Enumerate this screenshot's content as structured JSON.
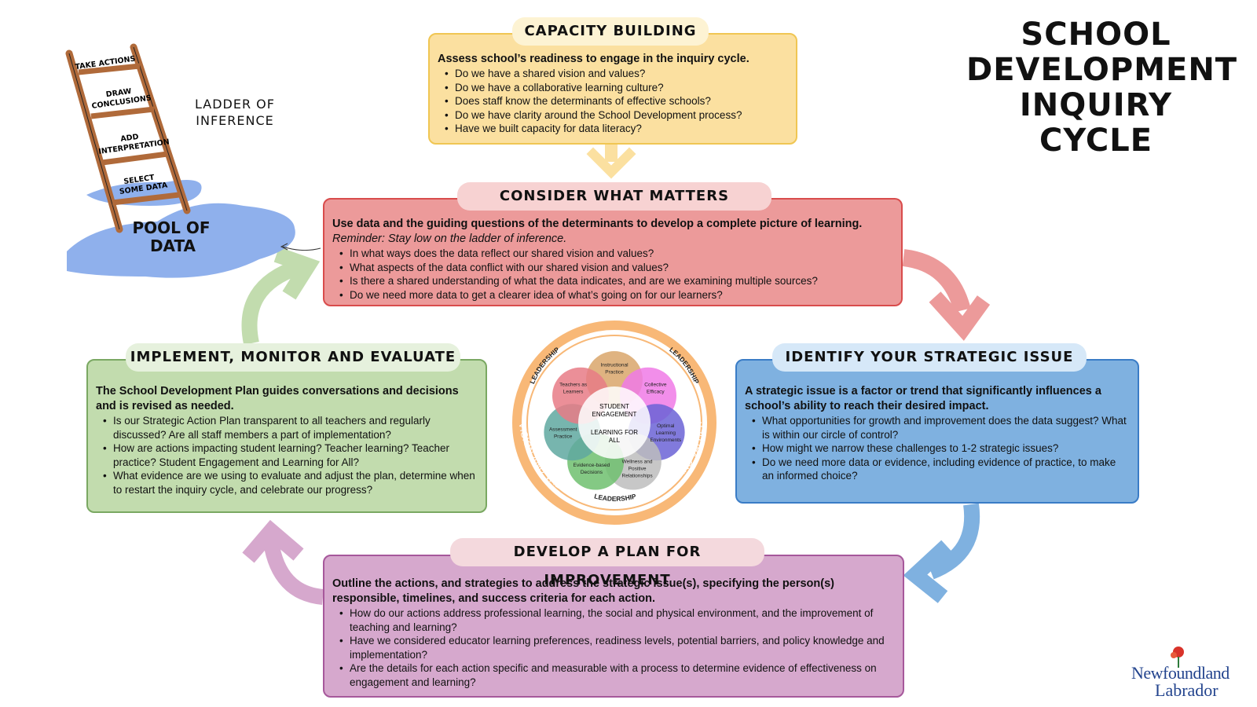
{
  "title": {
    "line1": "SCHOOL",
    "line2": "DEVELOPMENT",
    "line3": "INQUIRY CYCLE"
  },
  "capacity": {
    "title": "CAPACITY BUILDING",
    "lead": "Assess school’s readiness to engage in the inquiry cycle.",
    "items": [
      "Do we have a shared vision and values?",
      "Do we have a collaborative learning culture?",
      "Does staff know the determinants of effective schools?",
      "Do we have clarity around the School Development process?",
      "Have we built capacity for data literacy?"
    ]
  },
  "consider": {
    "title": "CONSIDER WHAT MATTERS",
    "lead": "Use data and the guiding questions of the determinants to develop a complete picture of learning.",
    "reminder": "Reminder: Stay low on the ladder of inference.",
    "items": [
      "In what ways does the data reflect our shared vision and values?",
      "What aspects of the data conflict with our shared vision and values?",
      "Is there a shared understanding of what the data indicates, and are we examining multiple sources?",
      "Do we need more data to get a clearer idea of what’s going on for our learners?"
    ]
  },
  "identify": {
    "title": "IDENTIFY YOUR STRATEGIC ISSUE",
    "lead": "A strategic issue is a factor or trend that significantly influences a school’s ability to reach their desired impact.",
    "items": [
      "What opportunities for growth and improvement does the data suggest? What is within our circle of control?",
      "How might we narrow these challenges to 1-2 strategic issues?",
      "Do we need more data or evidence, including evidence of practice, to make an informed choice?"
    ]
  },
  "implement": {
    "title": "IMPLEMENT, MONITOR AND EVALUATE",
    "lead": "The School Development Plan guides conversations and decisions and is revised as needed.",
    "items": [
      "Is our Strategic Action Plan transparent to all teachers and regularly discussed? Are all staff members a part of implementation?",
      "How are actions impacting student learning? Teacher learning? Teacher practice? Student Engagement and Learning for All?",
      "What evidence are we using to evaluate and adjust the plan, determine when to restart the inquiry cycle, and celebrate our progress?"
    ]
  },
  "develop": {
    "title": "DEVELOP A PLAN FOR IMPROVEMENT",
    "lead": "Outline the actions, and strategies to address the strategic issue(s), specifying the person(s) responsible, timelines, and success criteria for each action.",
    "items": [
      "How do our actions address professional learning, the social and physical environment, and the improvement of teaching and learning?",
      "Have we considered educator learning preferences, readiness levels, potential barriers, and policy knowledge and implementation?",
      "Are the details for each action specific and measurable with a process to determine evidence of effectiveness on engagement and learning?"
    ]
  },
  "ladder": {
    "title_line1": "LADDER OF",
    "title_line2": "INFERENCE",
    "rungs": [
      "TAKE ACTIONS",
      "DRAW",
      "CONCLUSIONS",
      "ADD",
      "INTERPRETATION",
      "SELECT",
      "SOME DATA"
    ],
    "pool_line1": "POOL OF",
    "pool_line2": "DATA"
  },
  "wheel": {
    "ring_top": "VISION AND VALUES",
    "ring_left": "VISION AND VALUES",
    "ring_right": "VISION AND VALUES",
    "leadership_tl": "LEADERSHIP",
    "leadership_tr": "LEADERSHIP",
    "leadership_bottom": "LEADERSHIP",
    "center_top_1": "STUDENT",
    "center_top_2": "ENGAGEMENT",
    "center_bottom_1": "LEARNING FOR",
    "center_bottom_2": "ALL",
    "petals": [
      {
        "line1": "Instructional",
        "line2": "Practice",
        "line3": "",
        "color": "#d9a66b"
      },
      {
        "line1": "Collective",
        "line2": "Efficacy",
        "line3": "",
        "color": "#f07ae6"
      },
      {
        "line1": "Optimal",
        "line2": "Learning",
        "line3": "Environments",
        "color": "#6b63d6"
      },
      {
        "line1": "Wellness and",
        "line2": "Positive",
        "line3": "Relationships",
        "color": "#bdbdbd"
      },
      {
        "line1": "Evidence-based",
        "line2": "Decisions",
        "line3": "",
        "color": "#6fbf6f"
      },
      {
        "line1": "Assessment",
        "line2": "Practice",
        "line3": "",
        "color": "#5fa8a0"
      },
      {
        "line1": "Teachers as",
        "line2": "Learners",
        "line3": "",
        "color": "#e77b86"
      }
    ]
  },
  "logo": {
    "line1": "Newfoundland",
    "line2": "Labrador"
  },
  "colors": {
    "capacity": "#fbe0a0",
    "consider": "#ec9a9a",
    "identify": "#7fb1e0",
    "implement": "#c2dcae",
    "develop": "#d6a8cd",
    "ring": "#f8b877"
  }
}
